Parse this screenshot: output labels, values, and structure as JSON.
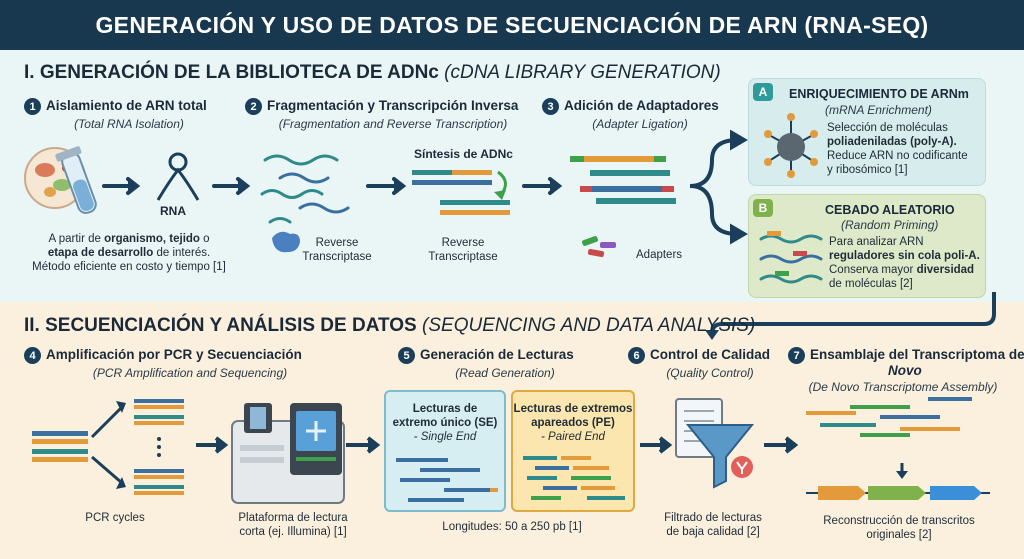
{
  "header": {
    "title": "GENERACIÓN Y USO DE DATOS DE SECUENCIACIÓN DE ARN (RNA-SEQ)"
  },
  "section1": {
    "title": "I. GENERACIÓN DE LA BIBLIOTECA DE ADNc",
    "title_en": "(cDNA LIBRARY GENERATION)",
    "steps": [
      {
        "num": "1",
        "title": "Aislamiento de ARN total",
        "subtitle": "(Total RNA Isolation)"
      },
      {
        "num": "2",
        "title": "Fragmentación y Transcripción Inversa",
        "subtitle": "(Fragmentation and Reverse Transcription)"
      },
      {
        "num": "3",
        "title": "Adición de Adaptadores",
        "subtitle": "(Adapter Ligation)"
      }
    ],
    "rna_label": "RNA",
    "step1_desc": {
      "p1": "A partir de ",
      "b1": "organismo, tejido",
      "p2": " o ",
      "b2": "etapa de desarrollo",
      "p3": " de interés.",
      "line3": "Método eficiente en costo y tiempo [1]"
    },
    "enzyme_label_1": "Reverse",
    "enzyme_label_2": "Transcriptase",
    "cdna_label": "Síntesis de ADNc",
    "rt_label_1": "Reverse",
    "rt_label_2": "Transcriptase",
    "adapters_label": "Adapters"
  },
  "panelA": {
    "badge": "A",
    "title": "ENRIQUECIMIENTO DE ARNm",
    "subtitle": "(mRNA Enrichment)",
    "t1": "Selección de moléculas",
    "t2": "poliadeniladas (poly-A).",
    "t3": "Reduce ARN no codificante",
    "t4": "y ribosómico [1]"
  },
  "panelB": {
    "badge": "B",
    "title": "CEBADO ALEATORIO",
    "subtitle": "(Random Priming)",
    "t1": "Para analizar ARN",
    "t2": "reguladores sin cola poli-A.",
    "t3a": "Conserva mayor ",
    "t3b": "diversidad",
    "t4": "de moléculas [2]"
  },
  "section2": {
    "title": "II. SECUENCIACIÓN Y ANÁLISIS DE DATOS",
    "title_en": "(SEQUENCING AND DATA ANALYSIS)",
    "steps": [
      {
        "num": "4",
        "title": "Amplificación por PCR y Secuenciación",
        "subtitle": "(PCR Amplification and Sequencing)"
      },
      {
        "num": "5",
        "title": "Generación de Lecturas",
        "subtitle": "(Read Generation)"
      },
      {
        "num": "6",
        "title": "Control de Calidad",
        "subtitle": "(Quality Control)"
      },
      {
        "num": "7",
        "title": "Ensamblaje del Transcriptoma de",
        "title_it": "Novo",
        "subtitle": "(De Novo Transcriptome Assembly)"
      }
    ],
    "pcr_label": "PCR cycles",
    "platform_1": "Plataforma de lectura",
    "platform_2": "corta (ej. Illumina) [1]",
    "se": {
      "l1": "Lecturas de",
      "l2": "extremo único (SE)",
      "l3": "- Single End"
    },
    "pe": {
      "l1": "Lecturas de extremos",
      "l2": "apareados (PE)",
      "l3": "- Paired End"
    },
    "lengths": "Longitudes: 50 a 250 pb [1]",
    "filter_1": "Filtrado de lecturas",
    "filter_2": "de baja calidad [2]",
    "recon_1": "Reconstrucción de transcritos",
    "recon_2": "originales [2]"
  }
}
